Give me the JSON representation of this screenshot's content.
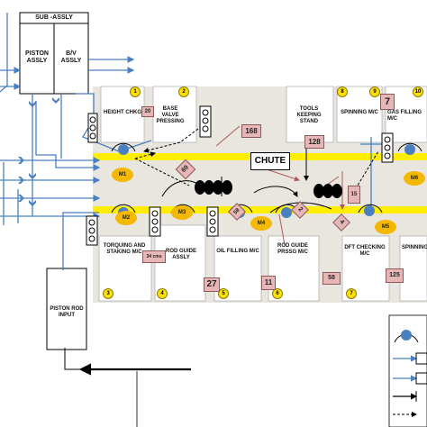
{
  "subassembly": {
    "title": "SUB -ASSLY",
    "left": "PISTON ASSLY",
    "right": "B/V ASSLY"
  },
  "chute": "CHUTE",
  "piston_input": "PISTON ROD INPUT",
  "stations_top": [
    {
      "num": "1",
      "label": "HEIGHT CHKG",
      "tag": "20"
    },
    {
      "num": "2",
      "label": "BASE VALVE PRESSING",
      "tag": ""
    },
    {
      "num": "8",
      "label": "TOOLS KEEPING STAND",
      "tag": ""
    },
    {
      "num": "9",
      "label": "SPINNING M/C",
      "tag": ""
    },
    {
      "num": "10",
      "label": "GAS FILLING M/C",
      "tag": "7"
    }
  ],
  "stations_bottom": [
    {
      "num": "3",
      "label": "TORQUING AND STAKING M/C",
      "tag": ""
    },
    {
      "num": "4",
      "label": "ROD GUIDE ASSLY",
      "tag": "34 cms"
    },
    {
      "num": "5",
      "label": "OIL FILLING M/C",
      "tag": "27"
    },
    {
      "num": "6",
      "label": "ROD GUIDE PRSSG M/C",
      "tag": "11"
    },
    {
      "num": "7",
      "label": "DFT CHECKING M/C",
      "tag": "125"
    },
    {
      "num": "",
      "label": "SPINNING",
      "tag": ""
    }
  ],
  "distances": {
    "d168": "168",
    "d128": "128",
    "d69": "69",
    "d58": "58",
    "d58b": "58",
    "d2": "2",
    "d4": "4",
    "d15": "15"
  },
  "machines": [
    "M1",
    "M2",
    "M3",
    "M4",
    "M5",
    "M6"
  ]
}
